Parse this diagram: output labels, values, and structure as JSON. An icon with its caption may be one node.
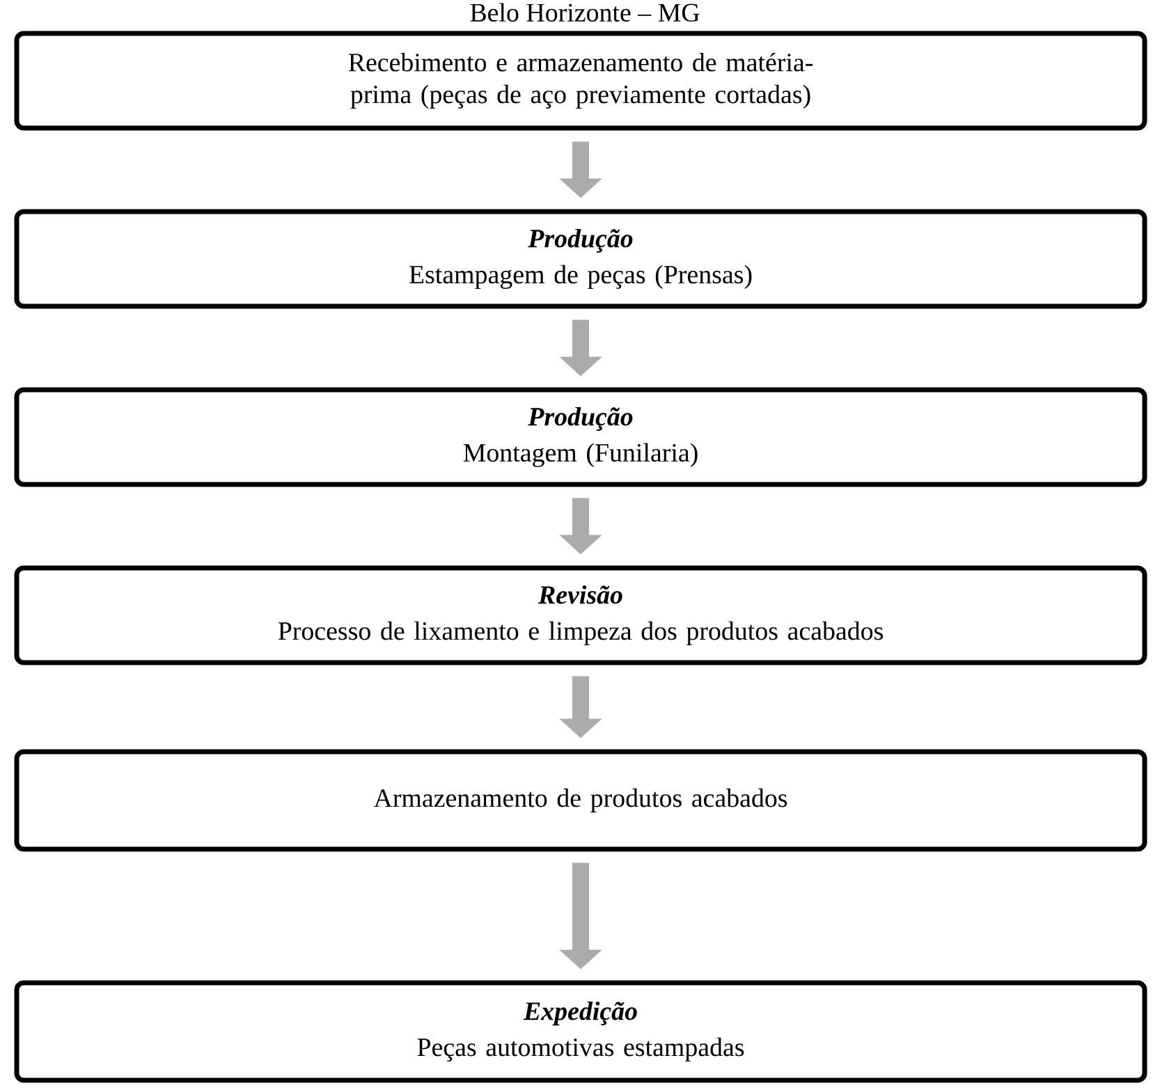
{
  "diagram": {
    "title": "Belo Horizonte – MG",
    "nodes": [
      {
        "text": [
          "Recebimento e armazenamento de matéria-prima (peças de aço previamente cortadas)"
        ]
      },
      {
        "text": [
          "Produção",
          "Estampagem de peças (Prensas)"
        ]
      },
      {
        "text": [
          "Produção",
          "Montagem (Funilaria)"
        ]
      },
      {
        "text": [
          "Revisão",
          "Processo de lixamento e limpeza dos produtos acabados"
        ]
      },
      {
        "text": [
          "Armazenamento de produtos acabados"
        ]
      },
      {
        "text": [
          "Expedição",
          "Peças automotivas estampadas"
        ]
      }
    ],
    "edges": [
      {
        "from": 0,
        "to": 1,
        "arrow": "to"
      },
      {
        "from": 1,
        "to": 2,
        "arrow": "to"
      },
      {
        "from": 2,
        "to": 3,
        "arrow": "to"
      },
      {
        "from": 3,
        "to": 4,
        "arrow": "to"
      },
      {
        "from": 4,
        "to": 5,
        "arrow": "to"
      }
    ]
  }
}
